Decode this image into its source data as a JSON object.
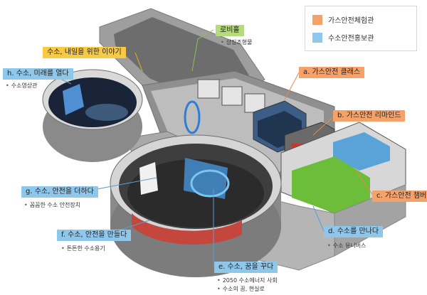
{
  "legend": {
    "items": [
      {
        "label": "가스안전체험관",
        "color": "#f5a26a"
      },
      {
        "label": "수소안전홍보관",
        "color": "#8fc7ea"
      }
    ]
  },
  "callouts": {
    "lobby": {
      "label": "로비홀",
      "sub": "상징조형물"
    },
    "story": {
      "label": "수소, 내일을 위한 이야기"
    },
    "h": {
      "label": "h. 수소, 미래를 열다",
      "sub": "수소영상관"
    },
    "a": {
      "label": "a. 가스안전 클래스"
    },
    "b": {
      "label": "b. 가스안전 리마인드"
    },
    "g": {
      "label": "g. 수소, 안전을 더하다",
      "sub": "꼼꼼한 수소 안전장치"
    },
    "c": {
      "label": "c. 가스안전 챔버"
    },
    "f": {
      "label": "f. 수소, 안전을 만들다",
      "sub": "튼튼한 수소용기"
    },
    "d": {
      "label": "d. 수소를 만나다",
      "sub": "수소 유니버스"
    },
    "e": {
      "label": "e. 수소, 꿈을 꾸다",
      "sub1": "2050 수소에너지 사회",
      "sub2": "수소의 꿈, 현실로"
    }
  }
}
